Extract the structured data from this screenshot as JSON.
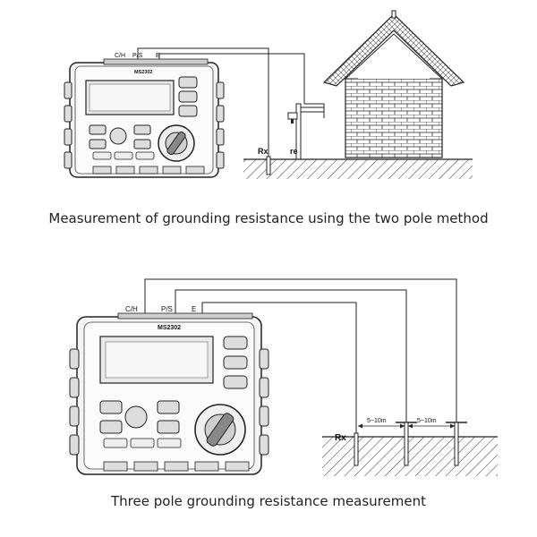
{
  "captions": {
    "two_pole": "Measurement of grounding resistance using the two pole method",
    "three_pole": "Three pole grounding resistance measurement"
  },
  "top_diagram": {
    "terminal_ch": "C/H",
    "terminal_ps": "P/S",
    "terminal_e": "E",
    "model": "MS2302",
    "rx_label": "Rx",
    "re_label": "re"
  },
  "bottom_diagram": {
    "terminal_ch": "C/H",
    "terminal_ps": "P/S",
    "terminal_e": "E",
    "model": "MS2302",
    "rx_label": "Rx",
    "distance_1": "5~10m",
    "distance_2": "5~10m"
  }
}
